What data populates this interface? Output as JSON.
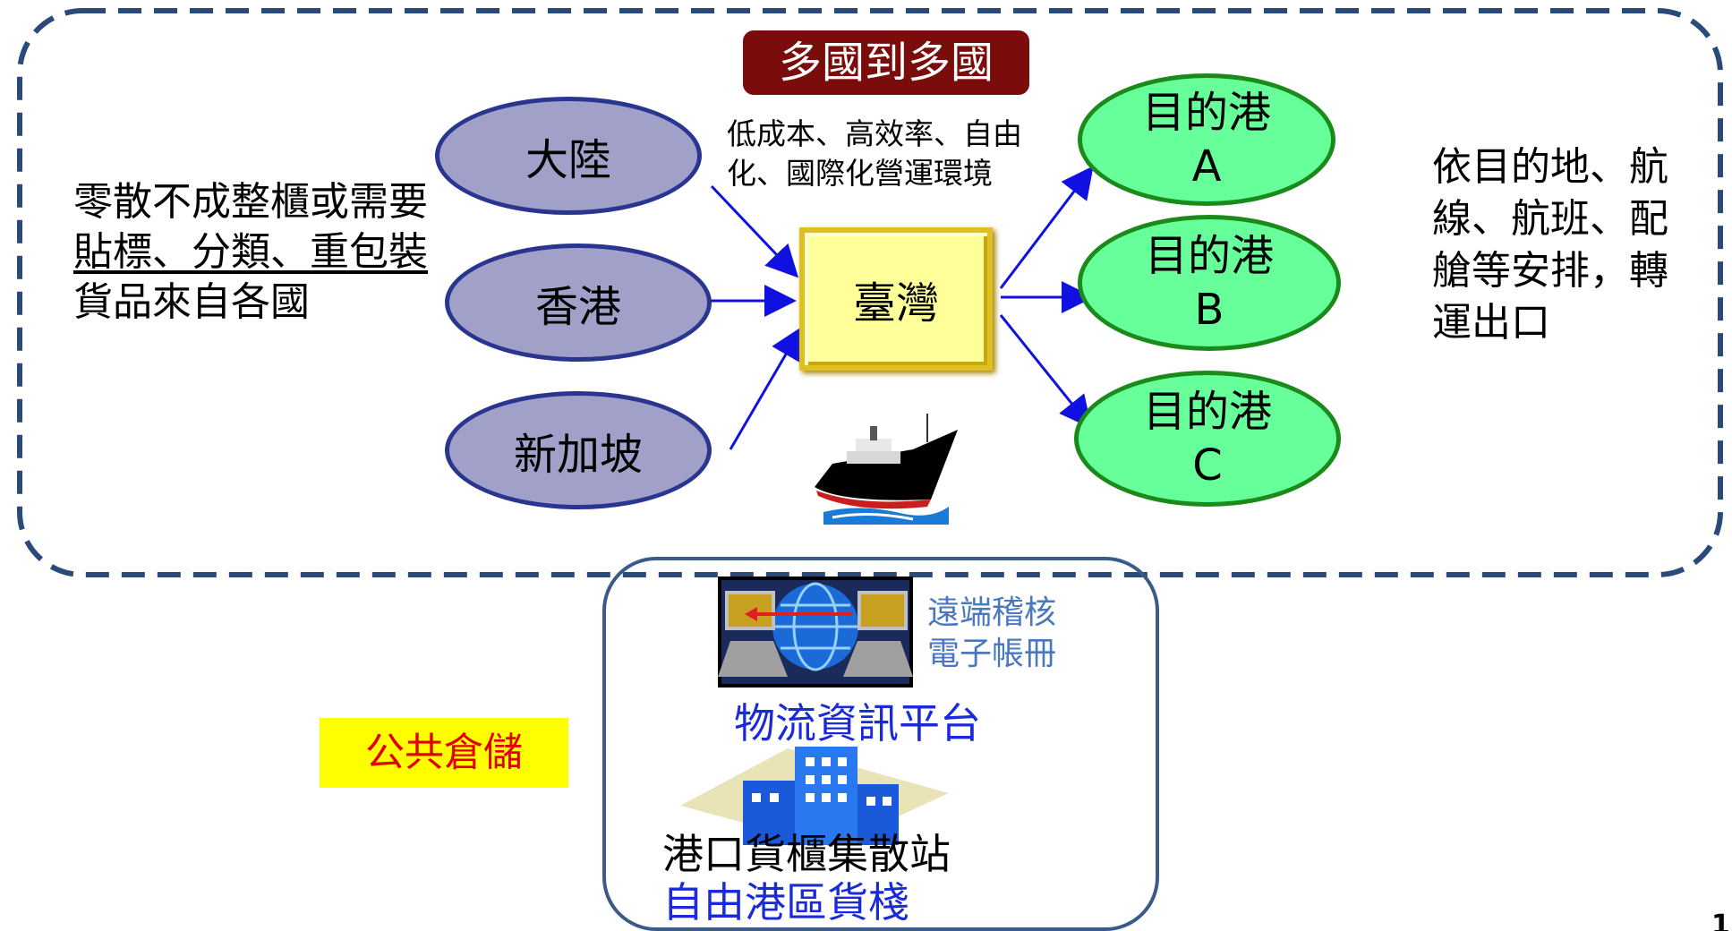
{
  "title": "多國到多國",
  "origins": [
    {
      "label": "大陸"
    },
    {
      "label": "香港"
    },
    {
      "label": "新加坡"
    }
  ],
  "hub": {
    "label": "臺灣"
  },
  "hub_note": "低成本、高效率、自由化、國際化營運環境",
  "destinations": [
    {
      "line1": "目的港",
      "line2": "A"
    },
    {
      "line1": "目的港",
      "line2": "B"
    },
    {
      "line1": "目的港",
      "line2": "C"
    }
  ],
  "left_note": {
    "part1": "零散不成整櫃或需要",
    "part2": "貼標、分類、",
    "part3": "重包裝",
    "part4": "貨品來自各國"
  },
  "right_note": "依目的地、航線、航班、配艙等安排，轉運出口",
  "audit": {
    "line1": "遠端稽核",
    "line2": "電子帳冊"
  },
  "platform_label": "物流資訊平台",
  "warehouse_label": "公共倉儲",
  "cfs_label": "港口貨櫃集散站",
  "ftz_label": "自由港區貨棧",
  "page_number": "1",
  "colors": {
    "title_bg": "#7a0c0c",
    "origin_fill": "#a0a0c8",
    "origin_border": "#2a3590",
    "dest_fill": "#66ff99",
    "dest_border": "#1a8a1a",
    "hub_fill": "#ffff99",
    "arrow": "#1010e0",
    "frame": "#2a4a7a",
    "warehouse_bg": "#ffff00",
    "warehouse_text": "#e00000"
  },
  "icons": [
    "ship-icon",
    "computer-network-icon",
    "building-icon"
  ]
}
